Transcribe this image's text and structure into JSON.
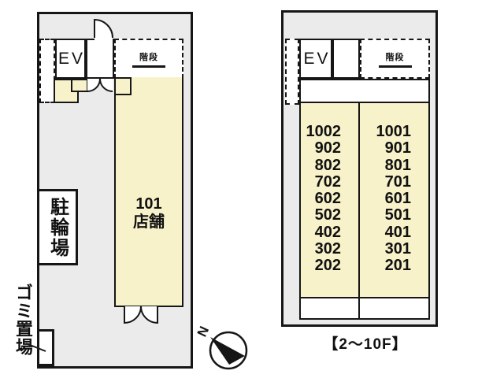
{
  "left_plan": {
    "ev_label": "EV",
    "stairs_label": "階段",
    "shop_number": "101",
    "shop_type": "店舗",
    "bicycle_parking_label": "駐輪場",
    "garbage_area_label": "ゴミ置場"
  },
  "right_plan": {
    "ev_label": "EV",
    "stairs_label": "階段",
    "left_column_rooms": [
      "1002",
      "902",
      "802",
      "702",
      "602",
      "502",
      "402",
      "302",
      "202"
    ],
    "right_column_rooms": [
      "1001",
      "901",
      "801",
      "701",
      "601",
      "501",
      "401",
      "301",
      "201"
    ],
    "floors_caption": "【2～10F】"
  },
  "compass": {
    "north_label": "N"
  },
  "colors": {
    "room_fill": "#f8f2cb",
    "floor_fill": "#ebebeb",
    "wall": "#161616"
  }
}
